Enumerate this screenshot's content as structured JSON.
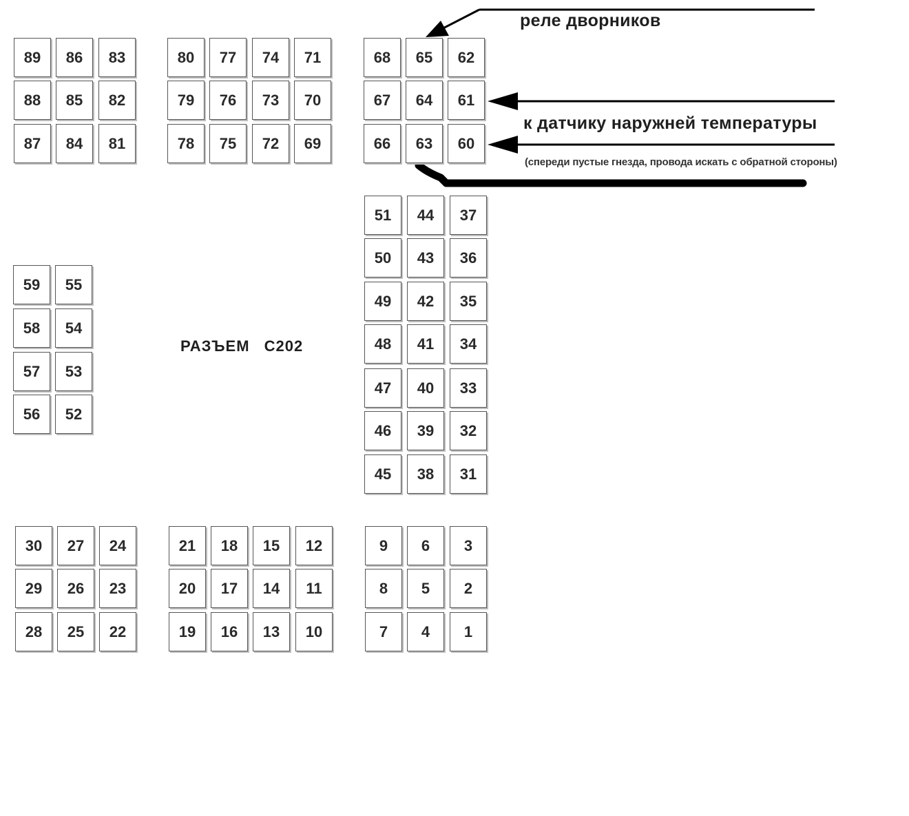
{
  "connector": {
    "title": "РАЗЪЕМ   С202"
  },
  "annotations": {
    "wiper_relay": "реле дворников",
    "outside_temp_sensor": "к датчику наружней температуры",
    "rear_note": "(спереди пустые гнезда, провода искать с обратной стороны)"
  },
  "pin_grid": [
    [
      "89",
      "86",
      "83",
      "80",
      "77",
      "74",
      "71",
      "68",
      "65",
      "62"
    ],
    [
      "88",
      "85",
      "82",
      "79",
      "76",
      "73",
      "70",
      "67",
      "64",
      "61"
    ],
    [
      "87",
      "84",
      "81",
      "78",
      "75",
      "72",
      "69",
      "66",
      "63",
      "60"
    ],
    [
      "51",
      "44",
      "37"
    ],
    [
      "50",
      "43",
      "36"
    ],
    [
      "49",
      "42",
      "35"
    ],
    [
      "48",
      "41",
      "34"
    ],
    [
      "47",
      "40",
      "33"
    ],
    [
      "46",
      "39",
      "32"
    ],
    [
      "45",
      "38",
      "31"
    ],
    [
      "59",
      "55"
    ],
    [
      "58",
      "54"
    ],
    [
      "57",
      "53"
    ],
    [
      "56",
      "52"
    ],
    [
      "30",
      "27",
      "24",
      "21",
      "18",
      "15",
      "12",
      "9",
      "6",
      "3"
    ],
    [
      "29",
      "26",
      "23",
      "20",
      "17",
      "14",
      "11",
      "8",
      "5",
      "2"
    ],
    [
      "28",
      "25",
      "22",
      "19",
      "16",
      "13",
      "10",
      "7",
      "4",
      "1"
    ]
  ],
  "colors": {
    "pin_border": "#555555",
    "pin_shadow": "#bdbdbd",
    "arrow": "#000000",
    "text": "#1f1f1f"
  }
}
